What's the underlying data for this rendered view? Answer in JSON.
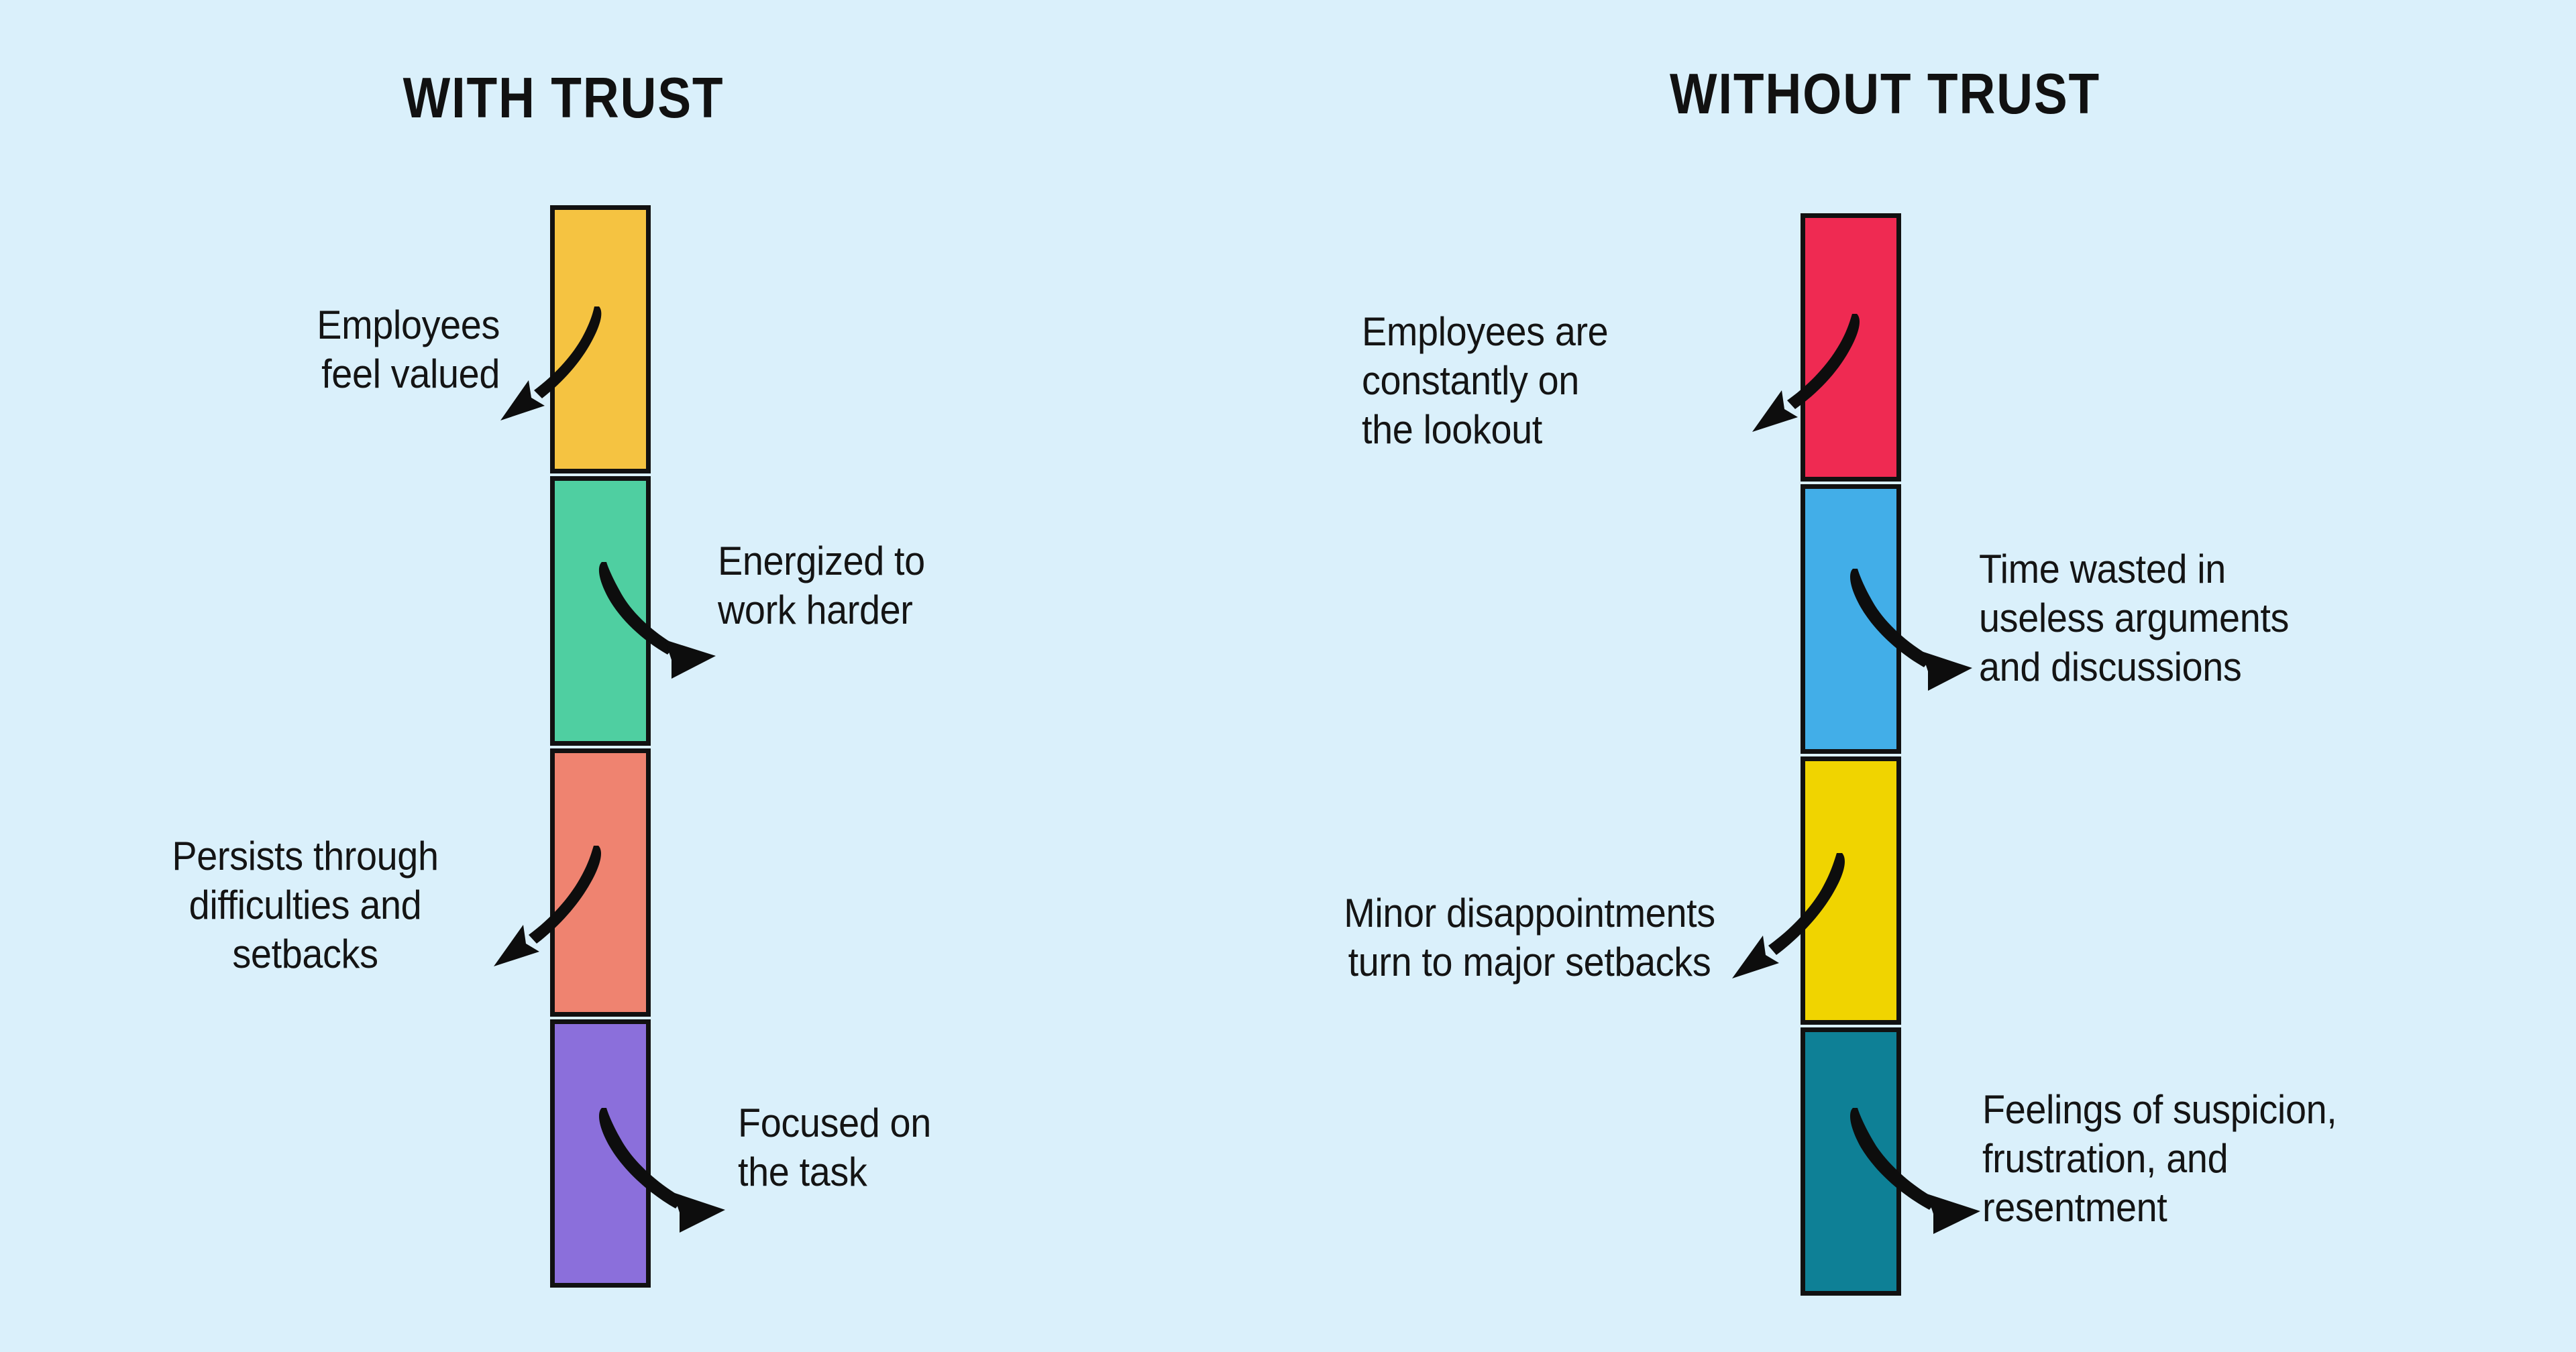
{
  "background_color": "#daf0fb",
  "ink_color": "#111111",
  "columns": [
    {
      "id": "with-trust",
      "title": "WITH TRUST",
      "segments": [
        {
          "color": "#f5c341",
          "color_name": "amber",
          "label": "Employees\nfeel valued",
          "label_align": "right",
          "arrow_direction": "left"
        },
        {
          "color": "#4fcfa1",
          "color_name": "green",
          "label": "Energized to\nwork harder",
          "label_align": "left",
          "arrow_direction": "right"
        },
        {
          "color": "#ef8370",
          "color_name": "salmon",
          "label": "Persists through\ndifficulties and\nsetbacks",
          "label_align": "center",
          "arrow_direction": "left"
        },
        {
          "color": "#8b6fdb",
          "color_name": "purple",
          "label": "Focused on\nthe task",
          "label_align": "left",
          "arrow_direction": "right"
        }
      ]
    },
    {
      "id": "without-trust",
      "title": "WITHOUT TRUST",
      "segments": [
        {
          "color": "#ef2a52",
          "color_name": "crimson",
          "label": "Employees are\nconstantly on\nthe lookout",
          "label_align": "left",
          "arrow_direction": "left"
        },
        {
          "color": "#42aee8",
          "color_name": "sky-blue",
          "label": "Time wasted in\nuseless arguments\nand discussions",
          "label_align": "left",
          "arrow_direction": "right"
        },
        {
          "color": "#f0d400",
          "color_name": "yellow",
          "label": "Minor disappointments\nturn to major setbacks",
          "label_align": "center",
          "arrow_direction": "left"
        },
        {
          "color": "#0e8096",
          "color_name": "teal",
          "label": "Feelings of suspicion,\nfrustration, and\nresentment",
          "label_align": "left",
          "arrow_direction": "right"
        }
      ]
    }
  ]
}
